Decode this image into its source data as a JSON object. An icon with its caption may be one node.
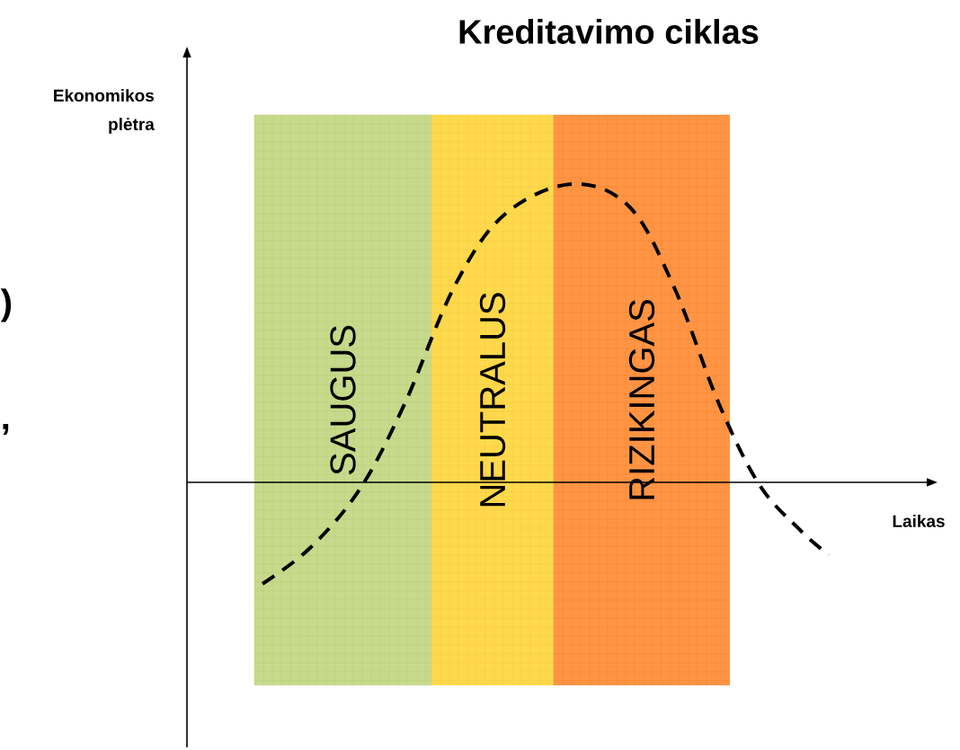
{
  "diagram": {
    "title": "Kreditavimo ciklas",
    "nodes": [
      {
        "text": [
          "SAUGUS"
        ]
      },
      {
        "text": [
          "NEUTRALUS"
        ]
      },
      {
        "text": [
          "RIZIKINGAS"
        ]
      }
    ],
    "edges": [],
    "labels": [
      "Ekonomikos plėtra",
      ")",
      ",",
      "Laikas"
    ]
  }
}
